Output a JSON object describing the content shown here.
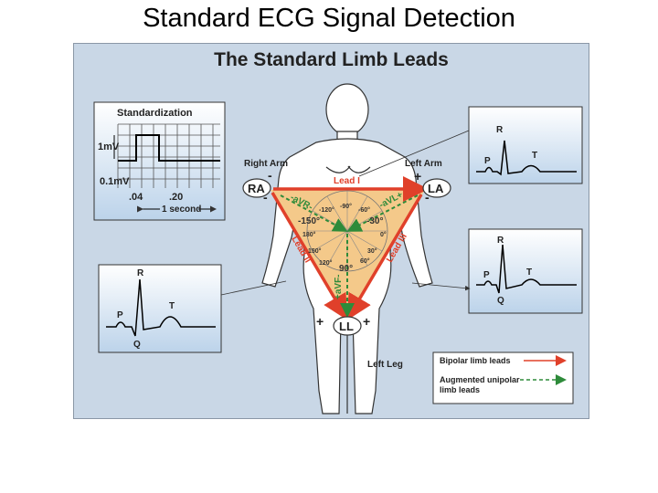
{
  "slide": {
    "title": "Standard ECG Signal Detection"
  },
  "figure": {
    "title": "The Standard Limb Leads",
    "standardization": {
      "heading": "Standardization",
      "label_1mv": "1mV",
      "label_01mv": "0.1mV",
      "tick_04": ".04",
      "tick_20": ".20",
      "one_second": "1 second"
    },
    "body": {
      "right_arm": "Right Arm",
      "left_arm": "Left Arm",
      "left_leg": "Left Leg",
      "ra": "RA",
      "la": "LA",
      "ll": "LL",
      "plus": "+",
      "minus": "-",
      "lead_i": "Lead I",
      "lead_ii": "Lead II",
      "lead_iii": "Lead III",
      "avr": "-aVR-",
      "avl": "-aVL+",
      "avf": "+aVF-"
    },
    "angles": {
      "a_neg90": "-90°",
      "a_neg120": "-120°",
      "a_neg60": "-60°",
      "a_neg150": "-150°",
      "a_neg30": "-30°",
      "a_180": "180°",
      "a_0": "0°",
      "a_150": "150°",
      "a_30": "30°",
      "a_120": "120°",
      "a_60": "60°",
      "a_90": "90°"
    },
    "waves": {
      "p": "P",
      "q": "Q",
      "r": "R",
      "t": "T"
    },
    "legend": {
      "bipolar": "Bipolar limb leads",
      "augmented_line1": "Augmented unipolar",
      "augmented_line2": "limb leads",
      "bipolar_color": "#e0402a",
      "augmented_color": "#2e8b3a"
    }
  }
}
